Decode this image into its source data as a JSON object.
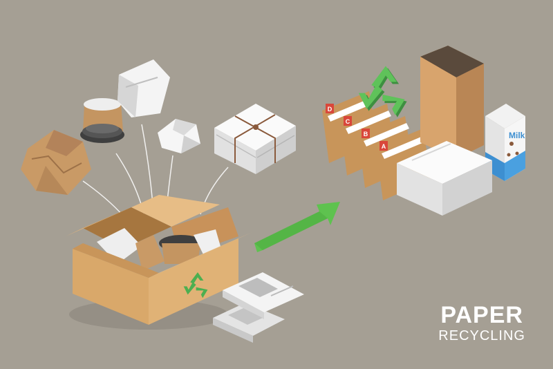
{
  "title": {
    "main": "PAPER",
    "sub": "RECYCLING"
  },
  "binder_tabs": [
    "D",
    "C",
    "B",
    "A"
  ],
  "carton_label": "Milk",
  "colors": {
    "background": "#a59f94",
    "cardboard": "#d9a86a",
    "recycle_green": "#4caf50",
    "tab_red": "#d9473a",
    "carton_blue": "#3d8fd1"
  }
}
